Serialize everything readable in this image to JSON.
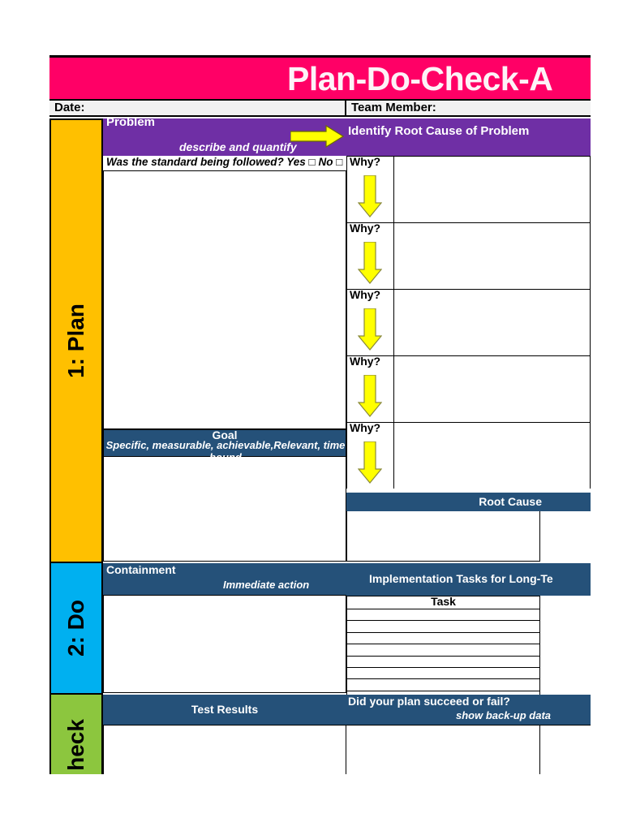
{
  "document": {
    "title": "Plan-Do-Check-A",
    "title_full_clipped": true
  },
  "colors": {
    "title_band": "#ff0066",
    "problem_band": "#6f2fa5",
    "section_band": "#255179",
    "stage_plan": "#ffc000",
    "stage_do": "#00b0f0",
    "stage_check": "#8cc63e",
    "arrow": "#ffff00"
  },
  "meta": {
    "date_label": "Date:",
    "date_value": "",
    "team_label": "Team Member:",
    "team_value": ""
  },
  "stages": [
    {
      "label": "1: Plan",
      "color": "#ffc000"
    },
    {
      "label": "2: Do",
      "color": "#00b0f0"
    },
    {
      "label": "heck",
      "color": "#8cc63e"
    }
  ],
  "plan": {
    "problem": {
      "title": "Problem",
      "subtitle": "describe and quantify",
      "standard_question": "Was the standard being followed? Yes □ No □",
      "body_value": ""
    },
    "root_cause_header": "Identify Root Cause of Problem",
    "whys": [
      {
        "label": "Why?",
        "answer": ""
      },
      {
        "label": "Why?",
        "answer": ""
      },
      {
        "label": "Why?",
        "answer": ""
      },
      {
        "label": "Why?",
        "answer": ""
      },
      {
        "label": "Why?",
        "answer": ""
      }
    ],
    "root_cause": {
      "title": "Root Cause",
      "body_value": ""
    },
    "goal": {
      "title": "Goal",
      "subtitle": "Specific, measurable, achievable,Relevant, time bound",
      "body_value": ""
    }
  },
  "do": {
    "containment": {
      "title": "Containment",
      "subtitle": "Immediate action",
      "body_value": ""
    },
    "implementation": {
      "title": "Implementation Tasks for Long-Te",
      "task_column_header": "Task",
      "rows": [
        "",
        "",
        "",
        "",
        "",
        "",
        "",
        ""
      ]
    }
  },
  "check": {
    "test_results": {
      "title": "Test Results",
      "body_value": ""
    },
    "plan_outcome": {
      "title": "Did your plan succeed or fail?",
      "subtitle": "show back-up data",
      "body_value": ""
    }
  },
  "icons": {
    "arrow_right": "arrow-right-icon",
    "arrow_down": "arrow-down-icon"
  }
}
